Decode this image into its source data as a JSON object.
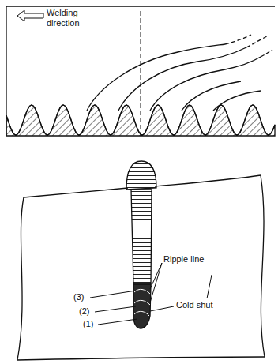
{
  "diagram": {
    "labels": [
      "Welding direction",
      "Ripple line",
      "Cold shut",
      "(3)",
      "(2)",
      "(1)"
    ]
  }
}
